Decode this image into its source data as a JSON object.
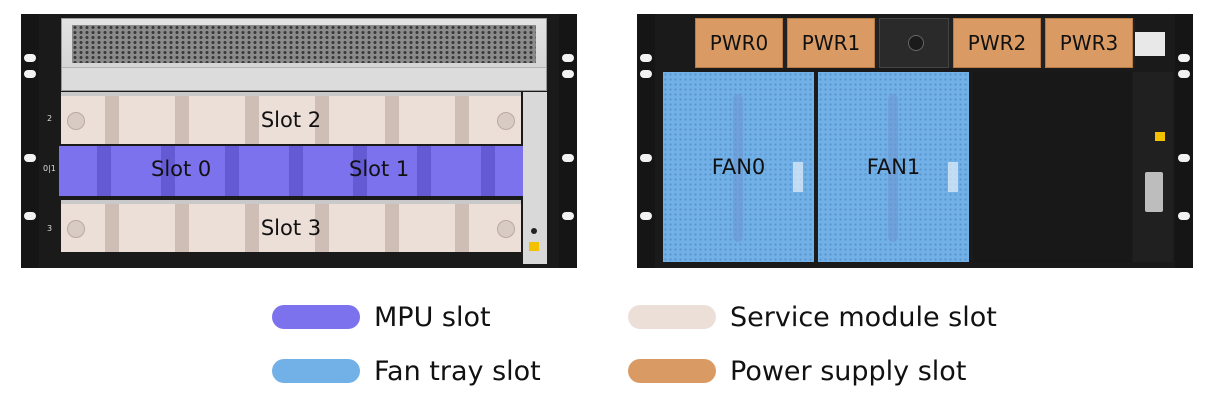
{
  "front_panel": {
    "slots": [
      {
        "id": "slot2",
        "label": "Slot 2",
        "type": "service",
        "side_number": "2"
      },
      {
        "id": "slot0",
        "label": "Slot 0",
        "type": "mpu"
      },
      {
        "id": "slot1",
        "label": "Slot 1",
        "type": "mpu"
      },
      {
        "id": "slot3",
        "label": "Slot 3",
        "type": "service",
        "side_number": "3"
      }
    ],
    "mpu_side_number": "0|1"
  },
  "rear_panel": {
    "power_supplies": [
      "PWR0",
      "PWR1",
      "PWR2",
      "PWR3"
    ],
    "fans": [
      "FAN0",
      "FAN1"
    ]
  },
  "legend": [
    {
      "label": "MPU slot",
      "color": "#7c72ee"
    },
    {
      "label": "Service module slot",
      "color": "#ecdfd8"
    },
    {
      "label": "Fan tray slot",
      "color": "#72b1e8"
    },
    {
      "label": "Power supply slot",
      "color": "#d99b63"
    }
  ],
  "colors": {
    "mpu": "#7c72ee",
    "service": "#ecdfd8",
    "fan": "#72b1e8",
    "power": "#d99b63",
    "chassis": "#1a1a1a"
  },
  "icons": [
    "ground-screw-icon",
    "warning-icon"
  ]
}
